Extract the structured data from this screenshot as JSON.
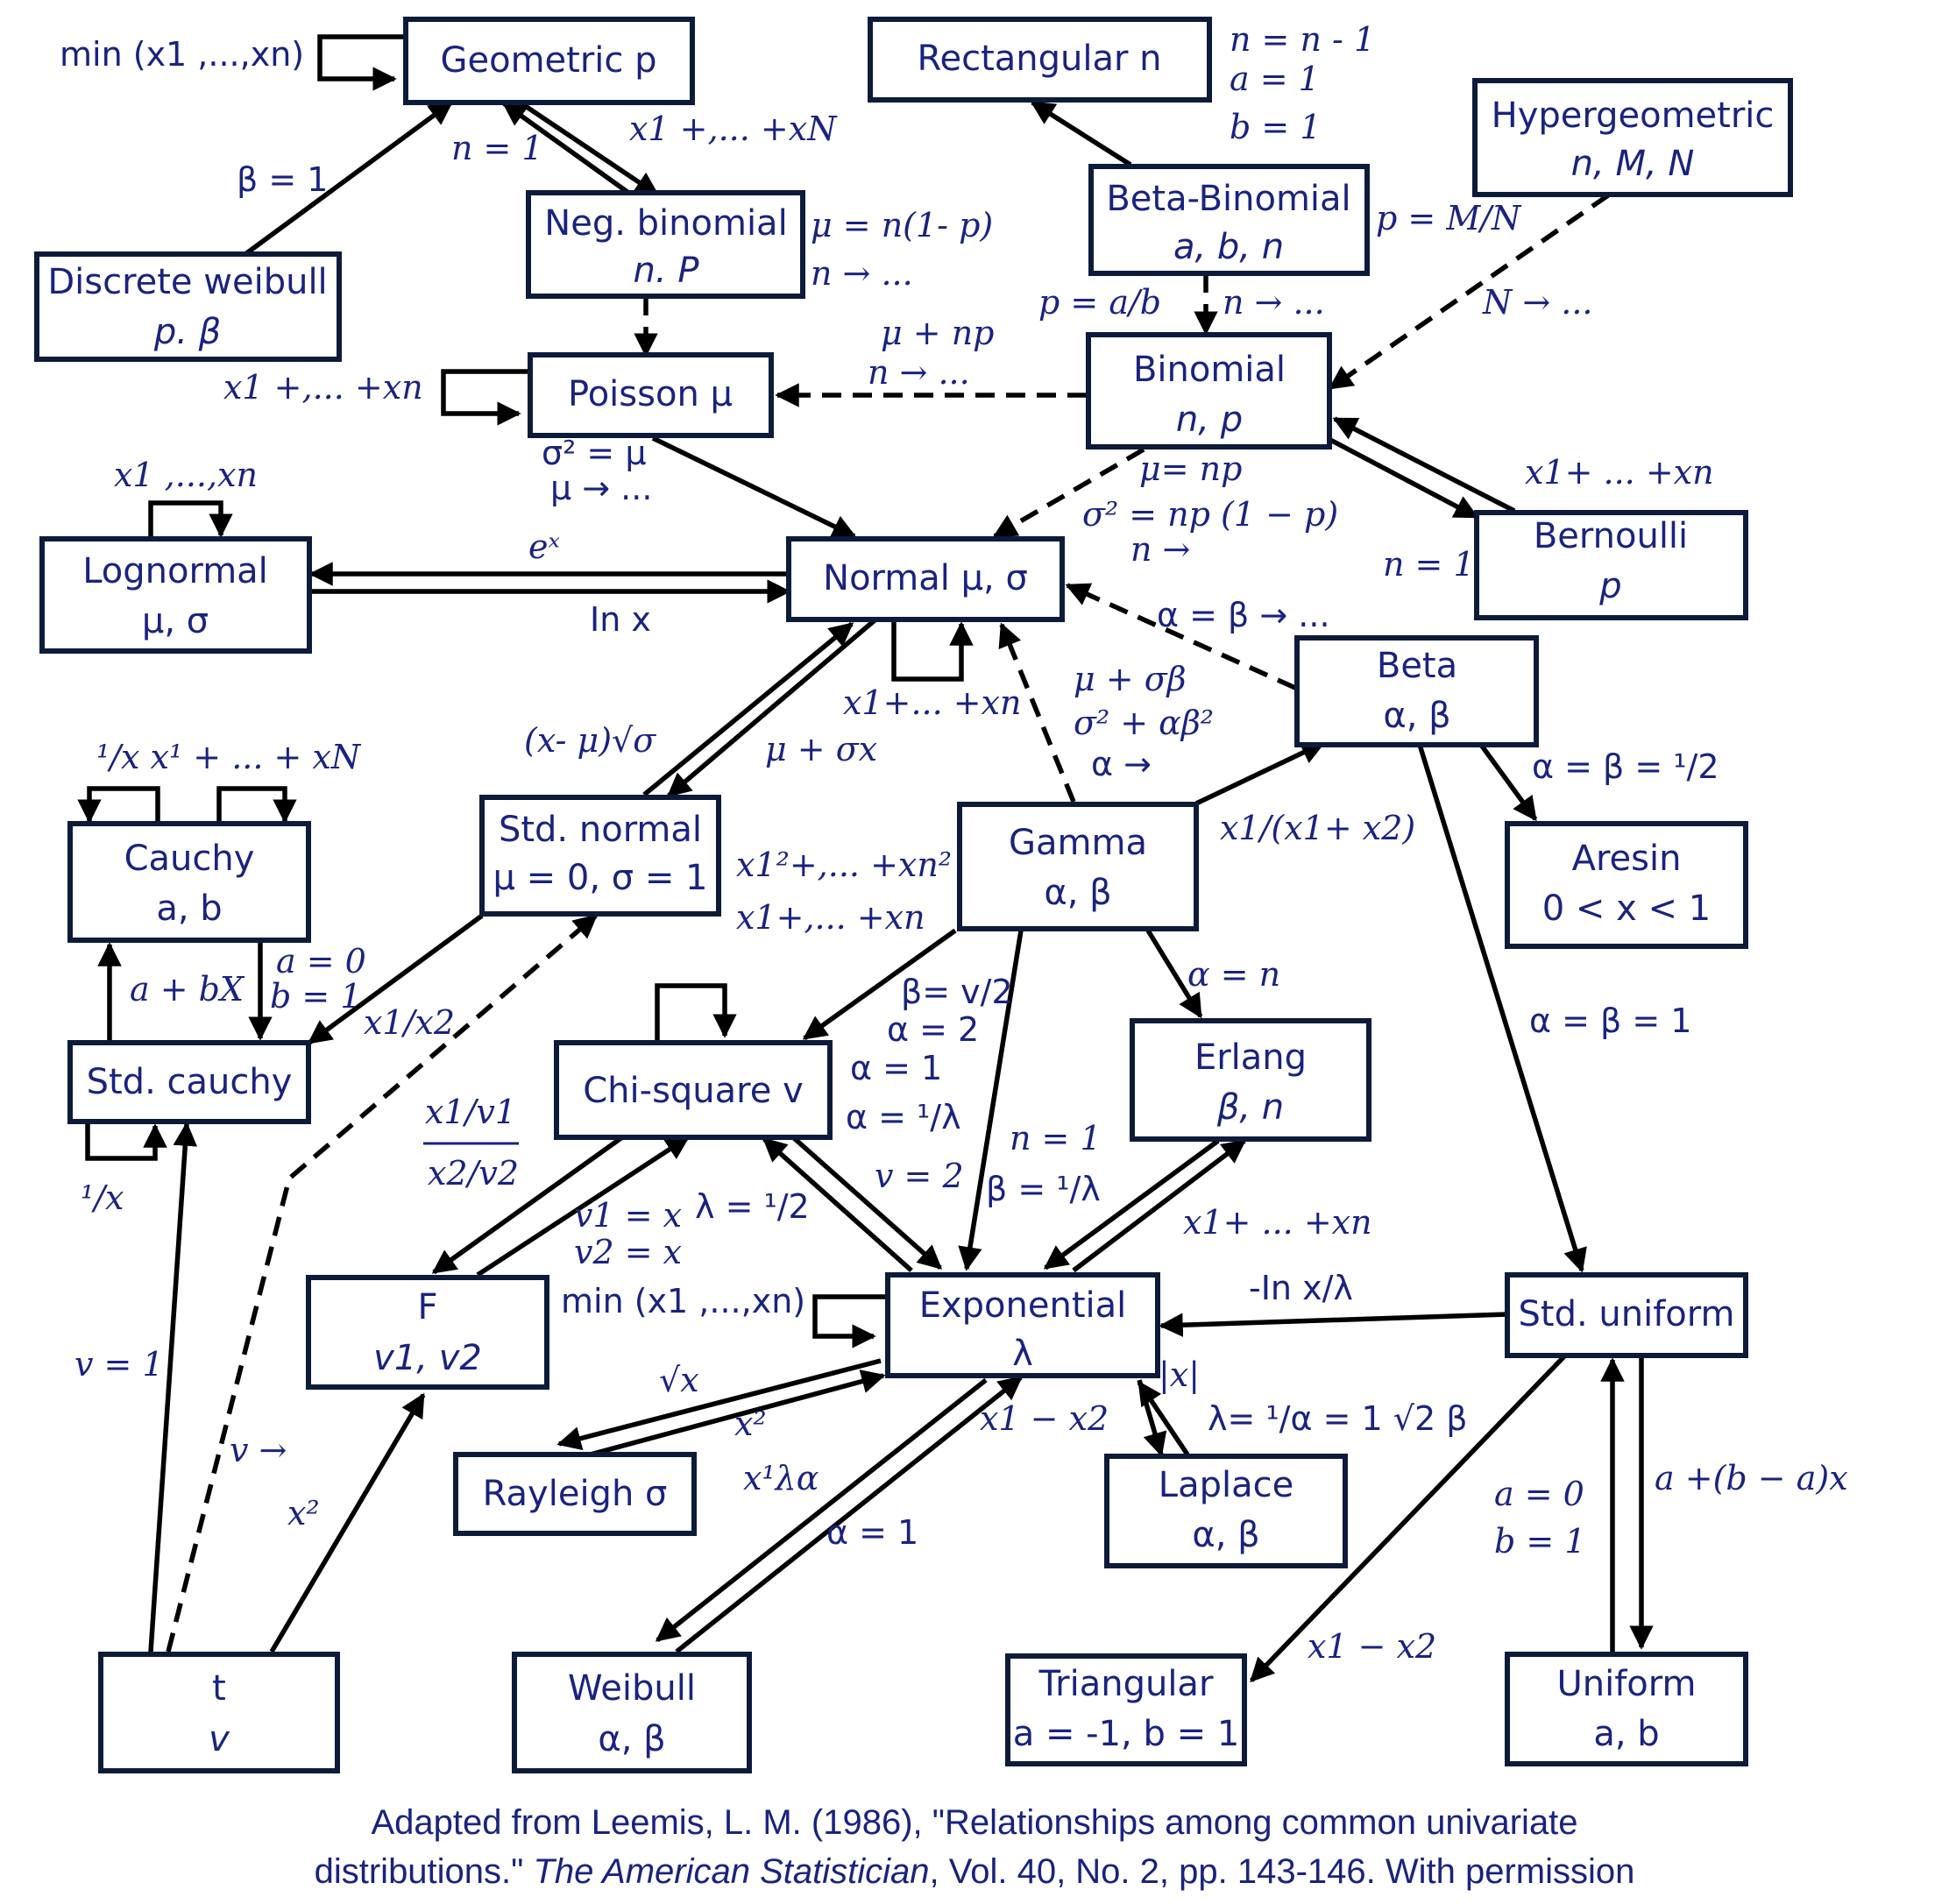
{
  "nodes": {
    "geometric": [
      "Geometric p"
    ],
    "rectangular": [
      "Rectangular n"
    ],
    "hypergeometric": [
      "Hypergeometric",
      "n, M, N"
    ],
    "neg_binomial": [
      "Neg. binomial",
      "n. P"
    ],
    "beta_binomial": [
      "Beta-Binomial",
      "a, b, n"
    ],
    "discrete_weibull": [
      "Discrete weibull",
      "p. β"
    ],
    "poisson": [
      "Poisson  μ"
    ],
    "binomial": [
      "Binomial",
      "n, p"
    ],
    "lognormal": [
      "Lognormal",
      "μ, σ"
    ],
    "normal": [
      "Normal  μ, σ"
    ],
    "bernoulli": [
      "Bernoulli",
      "p"
    ],
    "beta": [
      "Beta",
      "α, β"
    ],
    "cauchy": [
      "Cauchy",
      "a, b"
    ],
    "std_normal": [
      "Std. normal",
      "μ = 0,  σ = 1"
    ],
    "gamma": [
      "Gamma",
      "α, β"
    ],
    "aresin": [
      "Aresin",
      "0 < x < 1"
    ],
    "std_cauchy": [
      "Std. cauchy"
    ],
    "chi_square": [
      "Chi-square v"
    ],
    "erlang": [
      "Erlang",
      "β, n"
    ],
    "f": [
      "F",
      "v1, v2"
    ],
    "exponential": [
      "Exponential",
      "λ"
    ],
    "std_uniform": [
      "Std. uniform"
    ],
    "rayleigh": [
      "Rayleigh  σ"
    ],
    "laplace": [
      "Laplace",
      "α, β"
    ],
    "t": [
      "t",
      "v"
    ],
    "weibull": [
      "Weibull",
      "α, β"
    ],
    "triangular": [
      "Triangular",
      "a = -1, b = 1"
    ],
    "uniform": [
      "Uniform",
      "a, b"
    ]
  },
  "edge_labels": {
    "geo_min": "min (x1 ,...,xn)",
    "dw_geo": "β = 1",
    "geo_nb_n1": "n = 1",
    "nb_geo_sum": "x1 +,... +xN",
    "rect_n": "n = n - 1",
    "rect_a": "a = 1",
    "rect_b": "b = 1",
    "nb_mu": "μ = n(1- p)",
    "nb_ninf": "n → ...",
    "bb_p": "p = M/N",
    "bb_pab": "p = a/b",
    "bb_ninf": "n → ...",
    "hyp_ninf": "N → ...",
    "bin_pois_mu": "μ + np",
    "bin_pois_n": "n → ...",
    "pois_sum": "x1 +,... +xn",
    "pois_var": "σ² =  μ",
    "pois_muinf": "μ → ...",
    "bin_norm_mu": "μ= np",
    "bin_norm_var": "σ² = np (1 − p)",
    "bin_norm_n": "n →",
    "bern_sum": "x1+ ... +xn",
    "bern_n1": "n = 1",
    "logn_self": "x1 ,...,xn",
    "exp_x": "eˣ",
    "ln_x": "In x",
    "beta_norm": "α = β → ...",
    "norm_self": "x1+... +xn",
    "std_norm_a": "(x- μ)√σ",
    "std_norm_b": "μ + σx",
    "gam_norm_mu": "μ + σβ",
    "gam_norm_var": "σ² + αβ²",
    "gam_norm_a": "α  →",
    "beta_aresin": "α = β = ¹/2",
    "gam_beta": "x1/(x1+ x2)",
    "cauchy_top": "¹/x x¹ + ... + xN",
    "chi_sq_sum": "x1²+,... +xn²",
    "normal_sum": "x1+,... +xn",
    "cauchy_abx": "a + bX",
    "cauchy_a0": "a = 0",
    "cauchy_b1": "b = 1",
    "ratio_x1x2": "x1/x2",
    "gam_chi_b": "β= v/2",
    "gam_chi_a": "α = 2",
    "gam_erl": "α = n",
    "beta_unif": "α = β = 1",
    "gam_exp_a1": "α = 1",
    "gam_exp_al": "α = ¹/λ",
    "chi_exp_v2": "v = 2",
    "erl_n1": "n = 1",
    "erl_b": "β = ¹/λ",
    "f_ratio_top": "x1/v1",
    "f_ratio_bot": "x2/v2",
    "inv_x": "¹/x",
    "f_v1": "v1 = x",
    "f_v2": "v2 = x",
    "chi_lambda": "λ = ¹/2",
    "exp_sum": "x1+ ... +xn",
    "exp_min": "min (x1 ,...,xn)",
    "unif_ln": "-In x/λ",
    "t_v1": "v = 1",
    "sqrt_x": "√x",
    "x_sq": "x²",
    "diff_x1x2": "x1  −   x2",
    "abs_x": "|x|",
    "lap_lambda": "λ= ¹/α = 1 √2  β",
    "wei_x": "x¹λα",
    "t_vinf": "v  →",
    "t_xsq": "x²",
    "wei_a1": "α = 1",
    "unif_a0": "a = 0",
    "unif_b1": "b = 1",
    "unif_ab": "a  +(b  − a)x",
    "tri_diff": "x1  −   x2"
  },
  "caption": {
    "line1": "Adapted from Leemis, L. M. (1986), \"Relationships among common univariate",
    "line2_pre": "distributions.\" ",
    "line2_journal": "The American Statistician",
    "line2_post": ", Vol. 40, No. 2, pp. 143-146. With permission"
  }
}
